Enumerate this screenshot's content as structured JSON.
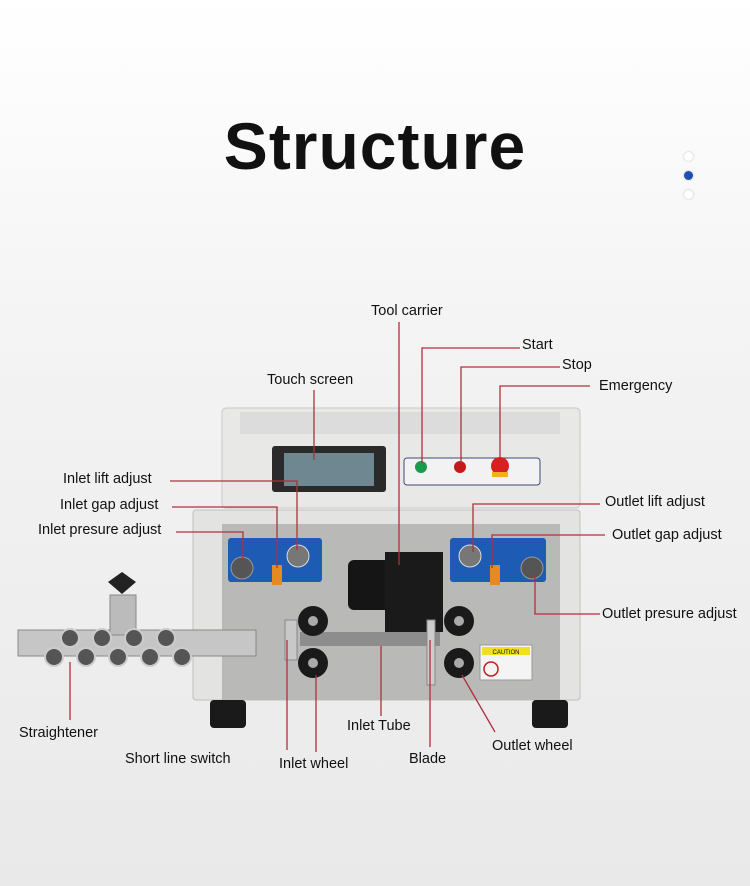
{
  "title": "Structure",
  "carousel": {
    "dots": 3,
    "active_index": 1
  },
  "machine_panel": {
    "caution_label": "CAUTION"
  },
  "labels": {
    "tool_carrier": "Tool carrier",
    "start": "Start",
    "stop": "Stop",
    "emergency": "Emergency",
    "touch_screen": "Touch screen",
    "inlet_lift_adjust": "Inlet lift adjust",
    "inlet_gap_adjust": "Inlet gap adjust",
    "inlet_presure_adjust": "Inlet presure adjust",
    "outlet_lift_adjust": "Outlet lift adjust",
    "outlet_gap_adjust": "Outlet gap adjust",
    "outlet_presure_adjust": "Outlet presure adjust",
    "straightener": "Straightener",
    "short_line_switch": "Short line switch",
    "inlet_wheel": "Inlet wheel",
    "inlet_tube": "Inlet Tube",
    "blade": "Blade",
    "outlet_wheel": "Outlet wheel"
  },
  "colors": {
    "leader_line": "#b0303c",
    "panel_blue": "#1d5bb5"
  }
}
